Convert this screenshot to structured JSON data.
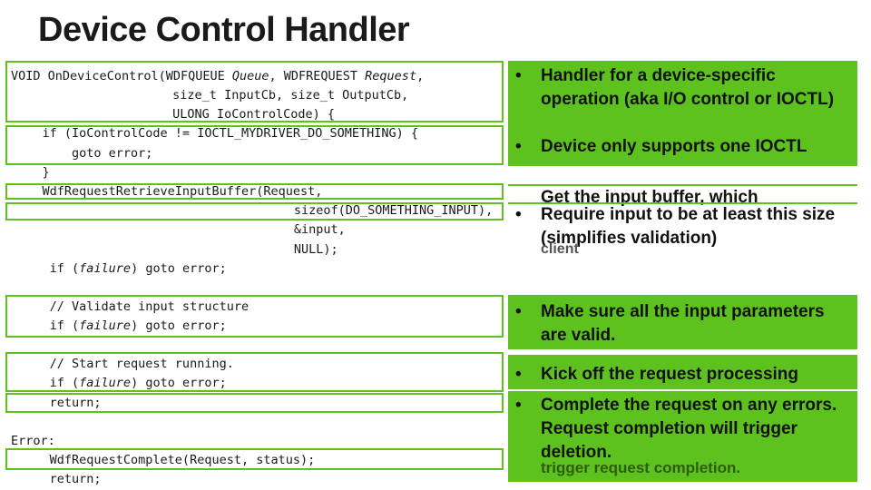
{
  "slide": {
    "title": "Device Control Handler"
  },
  "code": {
    "l1_pre": "VOID On",
    "l1_fn": "Device",
    "l1_a": "Control(WDFQUEUE ",
    "l1_b": "Queue",
    "l1_c": ", WDFREQUEST ",
    "l1_d": "Request",
    "l1_e": ",",
    "l2": "                 size_t InputCb, size_t OutputCb,",
    "l3": "                 ULONG IoControlCode) {",
    "l4": "    if (IoControlCode != IOCTL_MYDRIVER_DO_SOMETHING) {",
    "l5": "        goto error;",
    "l6": "    }",
    "l7": "    WdfRequestRetrieveInputBuffer(Request,",
    "l8": "                              sizeof(DO_SOMETHING_INPUT),",
    "l9": "                              &input,",
    "l10": "                              NULL);",
    "l11_a": "     if (",
    "l11_b": "failure",
    "l11_c": ") goto error;",
    "l12": "     // Validate input structure",
    "l13_a": "     if (",
    "l13_b": "failure",
    "l13_c": ") goto error;",
    "l14": "     // Start request running.",
    "l15_a": "     if (",
    "l15_b": "failure",
    "l15_c": ") goto error;",
    "l16": "     return;",
    "l17": "Error:",
    "l18": "     WdfRequestComplete(Request, status);",
    "l19": "     return;"
  },
  "notes": {
    "n1": "Handler for a device-specific operation (aka I/O control or IOCTL)",
    "n2": "Device only supports one IOCTL",
    "n3_ghost": "Get the input buffer, which",
    "n3": "Require input to be at least this size (simplifies validation)",
    "n3_ghost2": "client",
    "n4": "Make sure all the input parameters are valid.",
    "n5": "Kick off the request processing",
    "n6": "Complete the request on any errors.  Request completion will trigger deletion.",
    "n6_ghost": "trigger request completion."
  },
  "bullet_char": "•",
  "colors": {
    "accent": "#5dc21e"
  }
}
